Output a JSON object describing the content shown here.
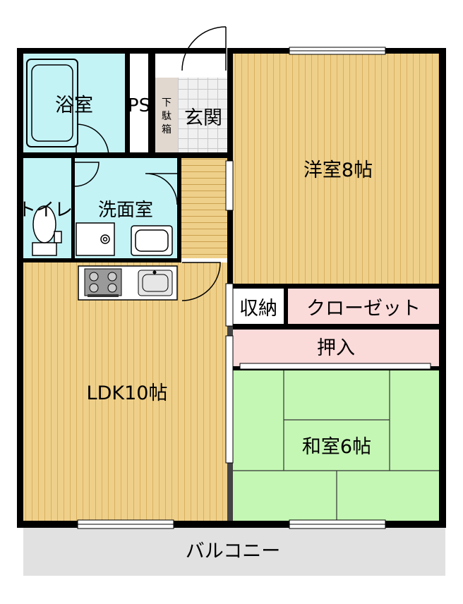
{
  "rooms": {
    "bath": "浴室",
    "ps": "PS",
    "shoe_box": [
      "下",
      "駄",
      "箱"
    ],
    "entrance": "玄関",
    "western_room": "洋室8帖",
    "toilet": "トイレ",
    "washroom": "洗面室",
    "storage": "収納",
    "closet": "クローゼット",
    "oshiire": "押入",
    "ldk": "LDK10帖",
    "japanese_room": "和室6帖",
    "balcony": "バルコニー"
  },
  "colors": {
    "wood_floor": "#efd08a",
    "wood_line": "#d8b060",
    "wet_area": "#c4f3f6",
    "tatami": "#c4f7b4",
    "closet_pink": "#fbdada",
    "balcony_gray": "#e1e1e1",
    "entrance_tile": "#f0f0f0",
    "shoe_box": "#e1d8d0",
    "wall": "#000000"
  }
}
